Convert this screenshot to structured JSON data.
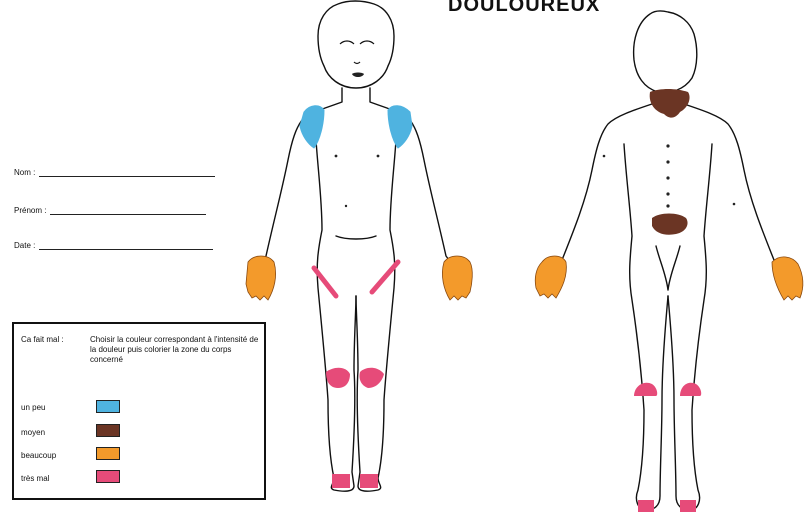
{
  "title": "DOULOUREUX",
  "form": {
    "nom_label": "Nom :",
    "prenom_label": "Prénom :",
    "date_label": "Date :"
  },
  "legend": {
    "header": "Ca fait mal :",
    "instruction": "Choisir la couleur correspondant à l'intensité de la douleur puis colorier la zone du corps concerné",
    "levels": [
      {
        "label": "un peu",
        "color": "#4fb3e0"
      },
      {
        "label": "moyen",
        "color": "#6b3524"
      },
      {
        "label": "beaucoup",
        "color": "#f39a2b"
      },
      {
        "label": "très mal",
        "color": "#e64b79"
      }
    ]
  },
  "figures": {
    "front": {
      "view": "front",
      "shoulders": "un peu",
      "hands": "beaucoup",
      "groin": "très mal",
      "knees": "très mal",
      "ankles": "très mal"
    },
    "back": {
      "view": "back",
      "neck": "moyen",
      "lower_back": "moyen",
      "hands": "beaucoup",
      "knees": "très mal",
      "heels": "très mal"
    }
  }
}
